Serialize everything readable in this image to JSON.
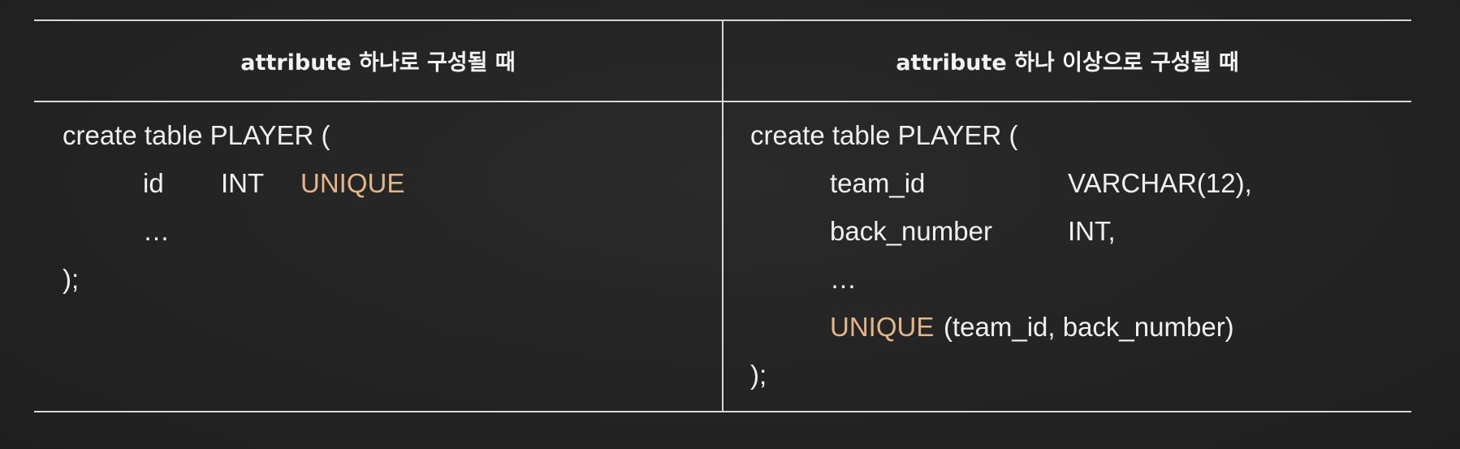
{
  "table": {
    "headers": {
      "single": "attribute 하나로 구성될 때",
      "multiple": "attribute 하나 이상으로 구성될 때"
    }
  },
  "left_code": {
    "open": "create table PLAYER (",
    "col_name": "id",
    "col_type": "INT",
    "constraint": "UNIQUE",
    "ellipsis": "…",
    "close": ");"
  },
  "right_code": {
    "open": "create table PLAYER (",
    "col1_name": "team_id",
    "col1_type": "VARCHAR(12),",
    "col2_name": "back_number",
    "col2_type": "INT,",
    "ellipsis": "…",
    "constraint": "UNIQUE",
    "constraint_cols": "(team_id, back_number)",
    "close": ");"
  },
  "colors": {
    "background": "#252525",
    "text": "#f0f0f0",
    "keyword": "#e3b68a",
    "rule": "#d8d8d8"
  }
}
